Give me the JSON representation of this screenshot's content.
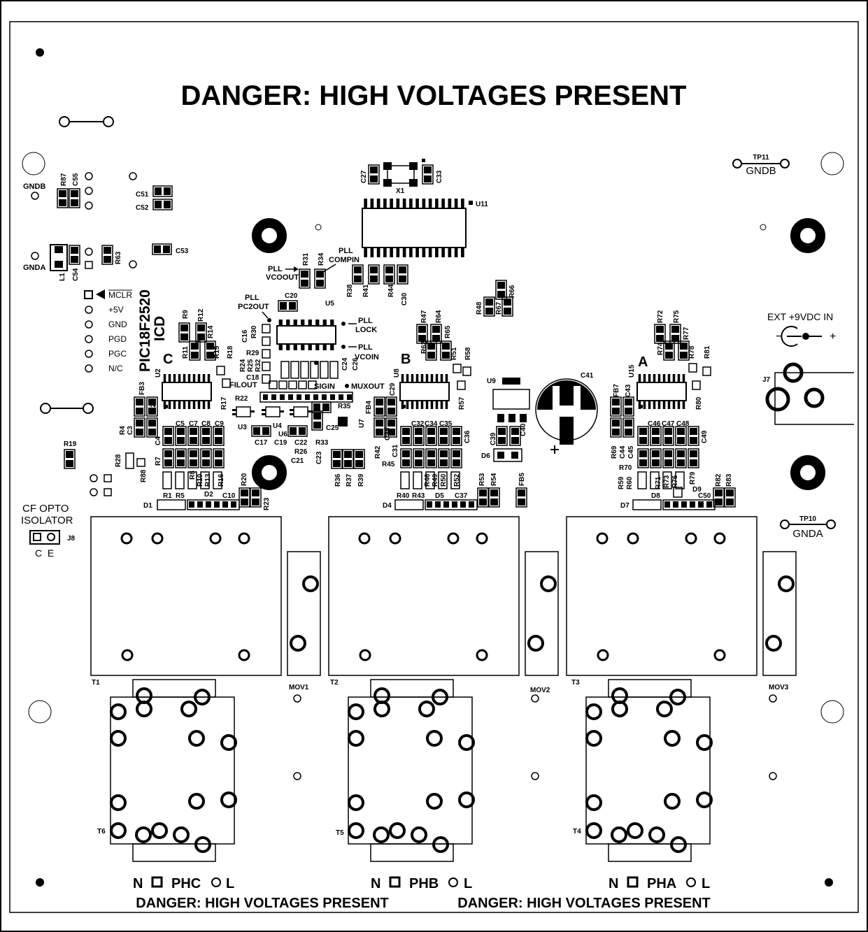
{
  "title_top": "DANGER: HIGH VOLTAGES PRESENT",
  "warning_bottom_left": "DANGER: HIGH VOLTAGES PRESENT",
  "warning_bottom_right": "DANGER: HIGH VOLTAGES PRESENT",
  "icd": {
    "title": "PIC18F2520",
    "subtitle": "ICD",
    "pins": [
      "MCLR",
      "+5V",
      "GND",
      "PGD",
      "PGC",
      "N/C"
    ]
  },
  "power": {
    "label": "EXT +9VDC IN",
    "minus": "−",
    "plus": "+",
    "connector": "J7"
  },
  "test_points": {
    "gndb_label": "GNDB",
    "gndb_tp": "TP11",
    "gnda_label": "GNDA",
    "gnda_tp": "TP10",
    "left_gndb": "GNDB",
    "left_gnda": "GNDA"
  },
  "opto": {
    "line1": "CF OPTO",
    "line2": "ISOLATOR",
    "pins": "C  E",
    "ref": "J8"
  },
  "channels": {
    "c": "C",
    "b": "B",
    "a": "A"
  },
  "pll_labels": {
    "vcoout": "VCOOUT",
    "pll1": "PLL",
    "compin": "COMPIN",
    "pll2": "PLL",
    "pc2out": "PC2OUT",
    "pll3": "PLL",
    "lock": "LOCK",
    "pll4": "PLL",
    "vcoin": "VCOIN",
    "pll5": "PLL",
    "filout": "FILOUT",
    "sigin": "SIGIN",
    "muxout": "MUXOUT"
  },
  "transformers": [
    "T1",
    "T2",
    "T3"
  ],
  "current_transformers": [
    "T6",
    "T5",
    "T4"
  ],
  "movs": [
    "MOV1",
    "MOV2",
    "MOV3"
  ],
  "phases": [
    {
      "n": "N",
      "name": "PHC",
      "l": "L"
    },
    {
      "n": "N",
      "name": "PHB",
      "l": "L"
    },
    {
      "n": "N",
      "name": "PHA",
      "l": "L"
    }
  ],
  "ics": {
    "u11": "U11",
    "u5": "U5",
    "u2": "U2",
    "u8": "U8",
    "u15": "U15",
    "u9": "U9",
    "u3": "U3",
    "u4": "U4",
    "u6": "U6",
    "u7": "U7",
    "x1": "X1",
    "c41": "C41",
    "l1": "L1"
  },
  "refs": {
    "r87": "R87",
    "c55": "C55",
    "c51": "C51",
    "c52": "C52",
    "c53": "C53",
    "r63": "R63",
    "c54": "C54",
    "c27": "C27",
    "c33": "C33",
    "r31": "R31",
    "r34": "R34",
    "r38": "R38",
    "r41": "R41",
    "r44": "R44",
    "c30": "C30",
    "r48": "R48",
    "r67": "R67",
    "r66": "R66",
    "c20": "C20",
    "r9": "R9",
    "r12": "R12",
    "r14": "R14",
    "r11": "R11",
    "r15": "R15",
    "r18": "R18",
    "c16": "C16",
    "r30": "R30",
    "r29": "R29",
    "r24": "R24",
    "r25": "R25",
    "r32": "R32",
    "c18": "C18",
    "c24": "C24",
    "c26": "C26",
    "r22": "R22",
    "r35": "R35",
    "c25": "C25",
    "c17": "C17",
    "c19": "C19",
    "c22": "C22",
    "r26": "R26",
    "c21": "C21",
    "r33": "R33",
    "c23": "C23",
    "fb3": "FB3",
    "c2": "C2",
    "r4": "R4",
    "c3": "C3",
    "c4": "C4",
    "r7": "R7",
    "c5": "C5",
    "c7": "C7",
    "c8": "C8",
    "c9": "C9",
    "r17": "R17",
    "r19": "R19",
    "r28": "R28",
    "r88": "R88",
    "r8": "R8",
    "r10": "R10",
    "r13": "R13",
    "r16": "R16",
    "r20": "R20",
    "r23": "R23",
    "d1": "D1",
    "r1": "R1",
    "r5": "R5",
    "d2": "D2",
    "c10": "C10",
    "r47": "R47",
    "r64": "R64",
    "r62": "R62",
    "r65": "R65",
    "r51": "R51",
    "r58": "R58",
    "fb4": "FB4",
    "c29": "C29",
    "r57": "R57",
    "c28": "C28",
    "c31": "C31",
    "r42": "R42",
    "r45": "R45",
    "c32": "C32",
    "c34": "C34",
    "c35": "C35",
    "c36": "C36",
    "r36": "R36",
    "r37": "R37",
    "r39": "R39",
    "r46": "R46",
    "r49": "R49",
    "r50": "R50",
    "r52": "R52",
    "r53": "R53",
    "r54": "R54",
    "fb5": "FB5",
    "d4": "D4",
    "r40": "R40",
    "r43": "R43",
    "d5": "D5",
    "c37": "C37",
    "c39": "C39",
    "c40": "C40",
    "d6": "D6",
    "r72": "R72",
    "r75": "R75",
    "r74": "R74",
    "r77": "R77",
    "r78": "R78",
    "r81": "R81",
    "fb7": "FB7",
    "c43": "C43",
    "r80": "R80",
    "c44": "C44",
    "c45": "C45",
    "r69": "R69",
    "c46": "C46",
    "c47": "C47",
    "c48": "C48",
    "c49": "C49",
    "r70": "R70",
    "r59": "R59",
    "r60": "R60",
    "r71": "R71",
    "r73": "R73",
    "r76": "R76",
    "r79": "R79",
    "r82": "R82",
    "r83": "R83",
    "d7": "D7",
    "d8": "D8",
    "d9": "D9",
    "c50": "C50"
  }
}
